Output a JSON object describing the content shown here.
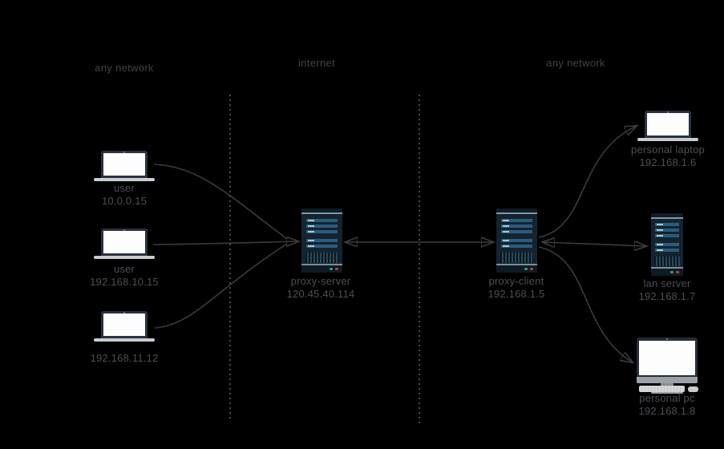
{
  "sections": {
    "left": "any network",
    "middle": "internet",
    "right": "any network"
  },
  "nodes": {
    "user1": {
      "icon": "laptop-icon",
      "name": "user",
      "ip": "10.0.0.15"
    },
    "user2": {
      "icon": "laptop-icon",
      "name": "user",
      "ip": "192.168.10.15"
    },
    "user3": {
      "icon": "laptop-icon",
      "name": "",
      "ip": "192.168.11.12"
    },
    "proxy_server": {
      "icon": "server-icon",
      "name": "proxy-server",
      "ip": "120.45.40.114"
    },
    "proxy_client": {
      "icon": "server-icon",
      "name": "proxy-client",
      "ip": "192.168.1.5"
    },
    "personal_laptop": {
      "icon": "laptop-icon",
      "name": "personal laptop",
      "ip": "192.168.1.6"
    },
    "lan_server": {
      "icon": "server-icon",
      "name": "lan server",
      "ip": "192.168.1.7"
    },
    "personal_pc": {
      "icon": "desktop-icon",
      "name": "personal pc",
      "ip": "192.168.1.8"
    }
  },
  "edges": [
    {
      "from": "user 10.0.0.15",
      "to": "proxy-server",
      "arrow": "forward"
    },
    {
      "from": "user 192.168.10.15",
      "to": "proxy-server",
      "arrow": "forward"
    },
    {
      "from": "192.168.11.12",
      "to": "proxy-server",
      "arrow": "forward"
    },
    {
      "from": "proxy-server",
      "to": "proxy-client",
      "arrow": "both"
    },
    {
      "from": "proxy-client",
      "to": "lan server",
      "arrow": "both"
    },
    {
      "from": "proxy-client",
      "to": "personal laptop",
      "arrow": "forward"
    },
    {
      "from": "proxy-client",
      "to": "personal pc",
      "arrow": "forward"
    }
  ],
  "colors": {
    "background": "#000000",
    "wire": "#3a3b3e",
    "dotted_divider": "#4a4a44",
    "header_text": "#404247",
    "label_text": "#4c4e54",
    "server_body": "#15232e",
    "server_bar": "#2a5c7d",
    "server_bar_highlight": "#a5c9da",
    "led_green": "#2ea162",
    "led_red": "#b23b4b",
    "device_frame": "#2a3140",
    "screen_white": "#fdfdfe",
    "base_gray": "#c9ccd1"
  }
}
